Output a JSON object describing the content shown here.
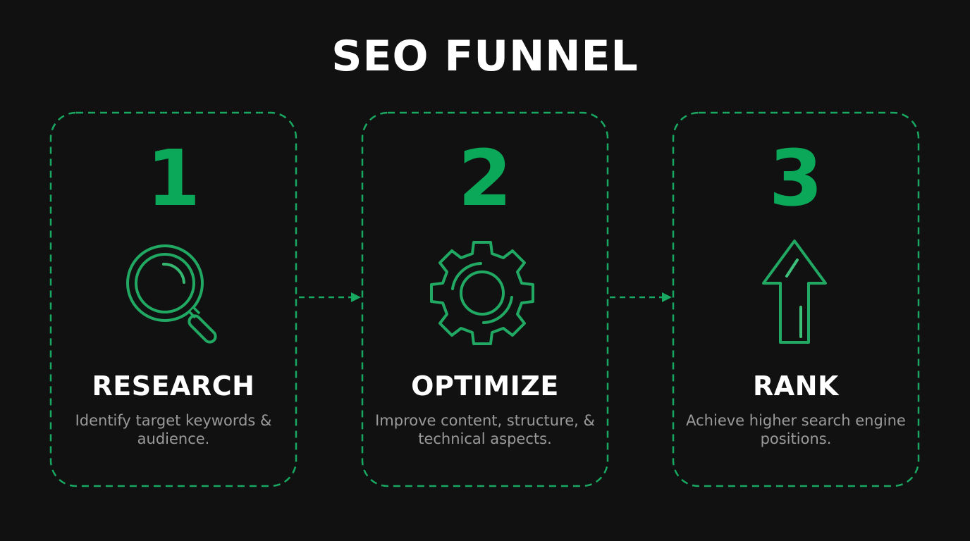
{
  "title": "SEO FUNNEL",
  "colors": {
    "background": "#111111",
    "accent": "#19a862",
    "number": "#0aa858",
    "heading": "#ffffff",
    "description": "#9a9a9a"
  },
  "steps": [
    {
      "number": "1",
      "icon": "magnifying-glass-icon",
      "label": "RESEARCH",
      "description": "Identify target keywords & audience."
    },
    {
      "number": "2",
      "icon": "gear-icon",
      "label": "OPTIMIZE",
      "description": "Improve content, structure, & technical aspects."
    },
    {
      "number": "3",
      "icon": "arrow-up-icon",
      "label": "RANK",
      "description": "Achieve higher search engine positions."
    }
  ],
  "connectors": [
    {
      "from": "1",
      "to": "2",
      "icon": "dashed-arrow-right-icon"
    },
    {
      "from": "2",
      "to": "3",
      "icon": "dashed-arrow-right-icon"
    }
  ]
}
